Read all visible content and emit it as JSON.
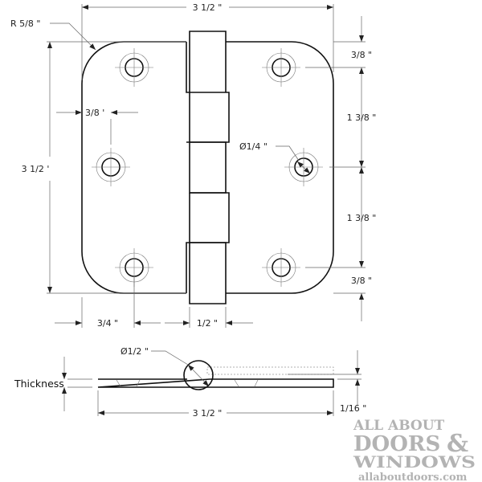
{
  "front_view": {
    "overall_width": "3 1/2 \"",
    "overall_height": "3 1/2 '",
    "corner_radius": "R 5/8 \"",
    "hole_edge_offset_left": "3/8 '",
    "hole_diameter": "Ø1/4 \"",
    "top_offset": "3/8 \"",
    "spacing_upper": "1 3/8 \"",
    "spacing_lower": "1 3/8 \"",
    "bottom_offset": "3/8 \"",
    "hole_offset_bottom": "3/4 \"",
    "knuckle_width": "1/2 \""
  },
  "side_view": {
    "thickness_label": "Thickness",
    "knuckle_diameter": "Ø1/2 \"",
    "thickness_value": "1/16 \"",
    "overall_width": "3 1/2 \""
  },
  "logo": {
    "line1": "ALL ABOUT",
    "line2": "DOORS",
    "ampersand": "&",
    "line3": "WINDOWS",
    "url": "allaboutdoors.com"
  },
  "colors": {
    "line": "#111111",
    "dimension": "#666666",
    "logo": "#b3b3b3"
  }
}
